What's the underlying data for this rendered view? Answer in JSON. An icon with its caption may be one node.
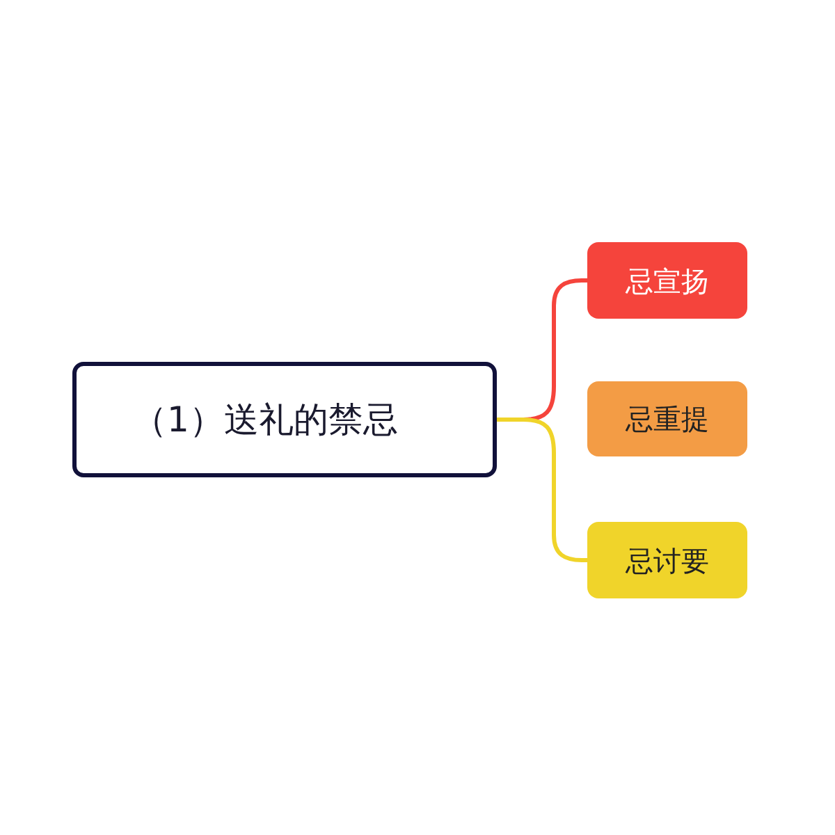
{
  "diagram": {
    "nodes": [
      {
        "text": [
          "（1）送礼的禁忌"
        ]
      },
      {
        "text": [
          "忌宣扬"
        ]
      },
      {
        "text": [
          "忌重提"
        ]
      },
      {
        "text": [
          "忌讨要"
        ]
      }
    ],
    "edges": [
      {
        "from": 0,
        "to": 1,
        "arrow": "none",
        "color": "#f5443c"
      },
      {
        "from": 0,
        "to": 3,
        "arrow": "none",
        "color": "#f0d42a"
      }
    ]
  }
}
